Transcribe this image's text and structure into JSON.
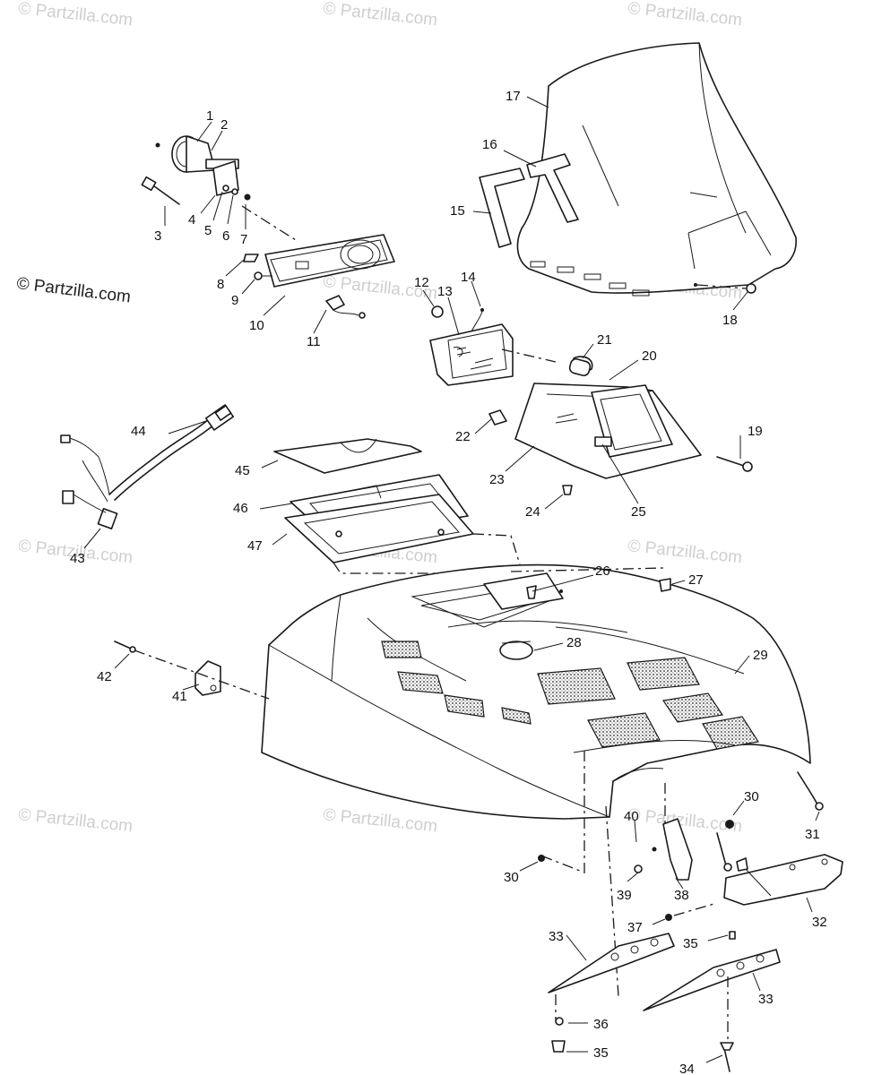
{
  "watermark": "© Partzilla.com",
  "copyright": "© Partzilla.com",
  "callouts": [
    "1",
    "2",
    "3",
    "4",
    "5",
    "6",
    "7",
    "8",
    "9",
    "10",
    "11",
    "12",
    "13",
    "14",
    "15",
    "16",
    "17",
    "18",
    "19",
    "20",
    "21",
    "22",
    "23",
    "24",
    "25",
    "26",
    "27",
    "28",
    "29",
    "30",
    "31",
    "32",
    "33",
    "34",
    "35",
    "36",
    "37",
    "38",
    "39",
    "40",
    "41",
    "42",
    "43",
    "44",
    "45",
    "46",
    "47"
  ],
  "callouts_repeat": [
    "30",
    "33",
    "35"
  ]
}
